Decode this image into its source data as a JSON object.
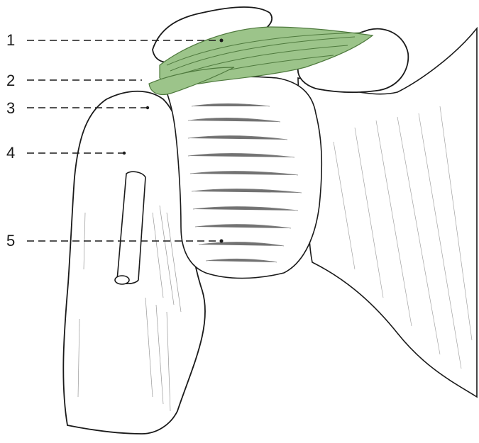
{
  "labels": [
    {
      "id": "1",
      "text": "1"
    },
    {
      "id": "2",
      "text": "2"
    },
    {
      "id": "3",
      "text": "3"
    },
    {
      "id": "4",
      "text": "4"
    },
    {
      "id": "5",
      "text": "5"
    }
  ],
  "colors": {
    "ligament_fill": "#9cc48a",
    "ligament_stroke": "#4f7a3e",
    "ink": "#1a1a1a",
    "background": "#ffffff"
  }
}
